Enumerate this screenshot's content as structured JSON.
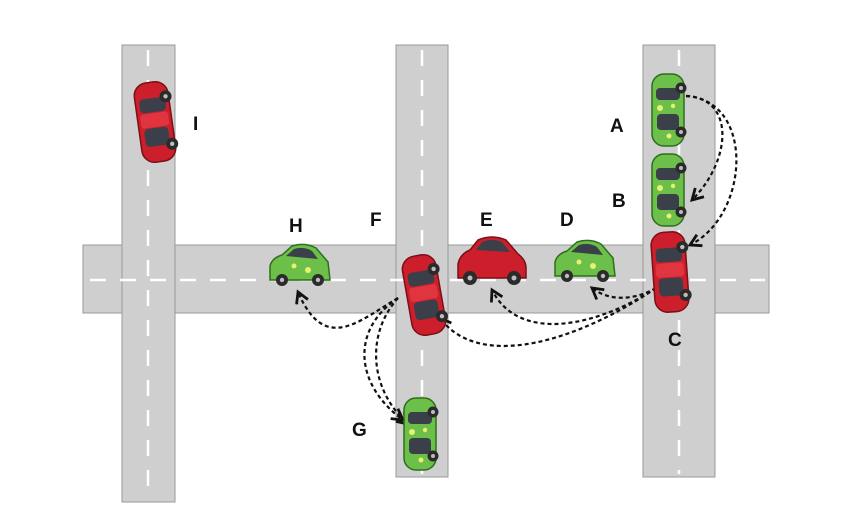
{
  "diagram": {
    "labels": {
      "A": "A",
      "B": "B",
      "C": "C",
      "D": "D",
      "E": "E",
      "F": "F",
      "G": "G",
      "H": "H",
      "I": "I"
    },
    "cars": [
      {
        "id": "A",
        "color": "green",
        "heading": "down"
      },
      {
        "id": "B",
        "color": "green",
        "heading": "down"
      },
      {
        "id": "C",
        "color": "red",
        "heading": "down"
      },
      {
        "id": "D",
        "color": "green",
        "heading": "left"
      },
      {
        "id": "E",
        "color": "red",
        "heading": "left"
      },
      {
        "id": "F",
        "color": "red",
        "heading": "down"
      },
      {
        "id": "G",
        "color": "green",
        "heading": "down"
      },
      {
        "id": "H",
        "color": "green",
        "heading": "left"
      },
      {
        "id": "I",
        "color": "red",
        "heading": "down"
      }
    ],
    "paths": [
      {
        "from": "A",
        "to": "B"
      },
      {
        "from": "A",
        "to": "C"
      },
      {
        "from": "C",
        "to": "D"
      },
      {
        "from": "C",
        "to": "E"
      },
      {
        "from": "C",
        "to": "F"
      },
      {
        "from": "F",
        "to": "G"
      },
      {
        "from": "F",
        "to": "H"
      }
    ],
    "colors": {
      "road": "#cfcfcf",
      "road_edge": "#9a9a9a",
      "lane_marking": "#ffffff",
      "path": "#111111",
      "car_red": "#cc1f2b",
      "car_green": "#6cc04a"
    }
  }
}
